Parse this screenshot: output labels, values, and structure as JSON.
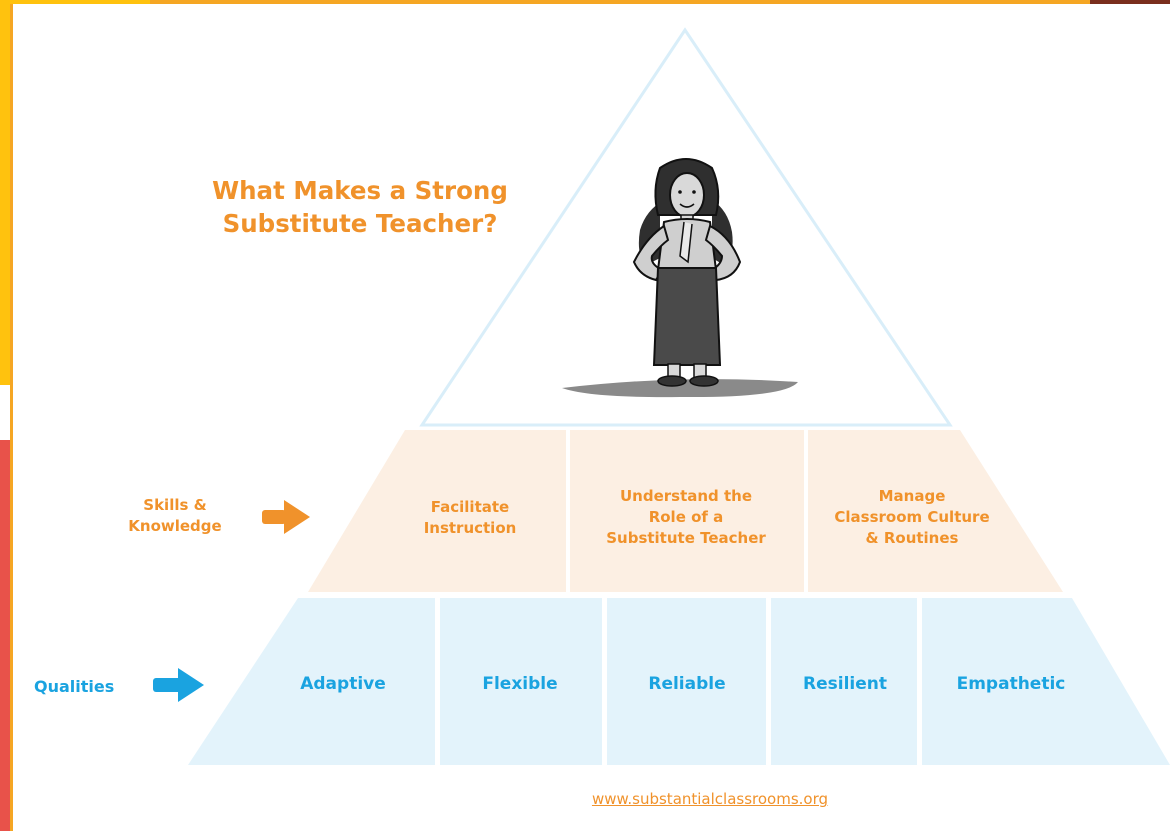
{
  "title": {
    "line1": "What Makes a Strong",
    "line2": "Substitute Teacher?"
  },
  "rows": {
    "skills_label": "Skills &\nKnowledge",
    "qualities_label": "Qualities"
  },
  "skills": [
    "Facilitate\nInstruction",
    "Understand the\nRole of a\nSubstitute Teacher",
    "Manage\nClassroom Culture\n& Routines"
  ],
  "qualities": [
    "Adaptive",
    "Flexible",
    "Reliable",
    "Resilient",
    "Empathetic"
  ],
  "footer": {
    "website": "www.substantialclassrooms.org"
  },
  "colors": {
    "orange_text": "#f0922b",
    "blue_text": "#1aa3e0",
    "skills_fill": "#fcefe3",
    "qualities_fill": "#e3f3fb",
    "outline": "#d9eef9"
  },
  "icons": [
    "teacher-illustration",
    "orange-arrow-icon",
    "blue-arrow-icon"
  ]
}
